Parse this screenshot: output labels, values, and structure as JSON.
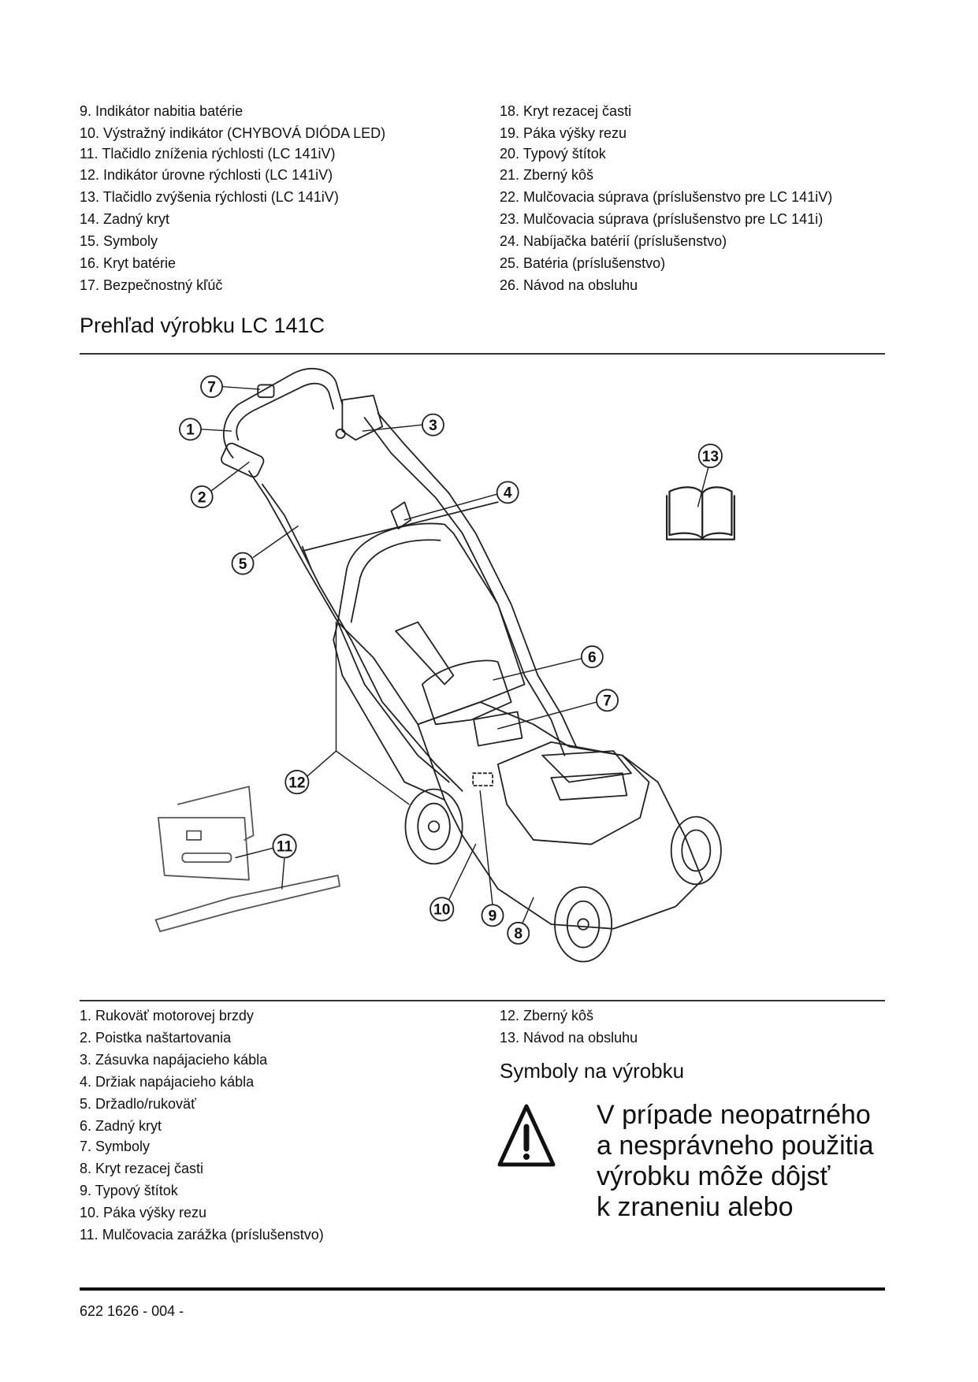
{
  "top_list_left": [
    "9. Indikátor nabitia batérie",
    "10. Výstražný indikátor (CHYBOVÁ DIÓDA LED)",
    "11. Tlačidlo zníženia rýchlosti (LC 141iV)",
    "12. Indikátor úrovne rýchlosti (LC 141iV)",
    "13. Tlačidlo zvýšenia rýchlosti (LC 141iV)",
    "14. Zadný kryt",
    "15. Symboly",
    "16. Kryt batérie",
    "17. Bezpečnostný kľúč"
  ],
  "top_list_right": [
    "18. Kryt rezacej časti",
    "19. Páka výšky rezu",
    "20. Typový štítok",
    "21. Zberný kôš",
    "22. Mulčovacia súprava (príslušenstvo pre LC 141iV)",
    "23. Mulčovacia súprava (príslušenstvo pre LC 141i)",
    "24. Nabíjačka batérií (príslušenstvo)",
    "25. Batéria (príslušenstvo)",
    "26. Návod na obsluhu"
  ],
  "section_title": "Prehľad výrobku LC 141C",
  "diagram": {
    "callouts": [
      "7",
      "1",
      "2",
      "5",
      "3",
      "4",
      "13",
      "6",
      "7",
      "12",
      "11",
      "10",
      "9",
      "8"
    ]
  },
  "bottom_list_left": [
    "1. Rukoväť motorovej brzdy",
    "2. Poistka naštartovania",
    "3. Zásuvka napájacieho kábla",
    "4. Držiak napájacieho kábla",
    "5. Držadlo/rukoväť",
    "6. Zadný kryt",
    "7. Symboly",
    "8. Kryt rezacej časti",
    "9. Typový štítok",
    "10. Páka výšky rezu",
    "11. Mulčovacia zarážka (príslušenstvo)"
  ],
  "bottom_list_right": [
    "12. Zberný kôš",
    "13. Návod na obsluhu"
  ],
  "symbols_title": "Symboly na výrobku",
  "warning_lines": [
    "V prípade neopatrného",
    "a nesprávneho použitia",
    "výrobku môže dôjsť",
    "k zraneniu alebo"
  ],
  "footer": "622 1626 - 004 -"
}
